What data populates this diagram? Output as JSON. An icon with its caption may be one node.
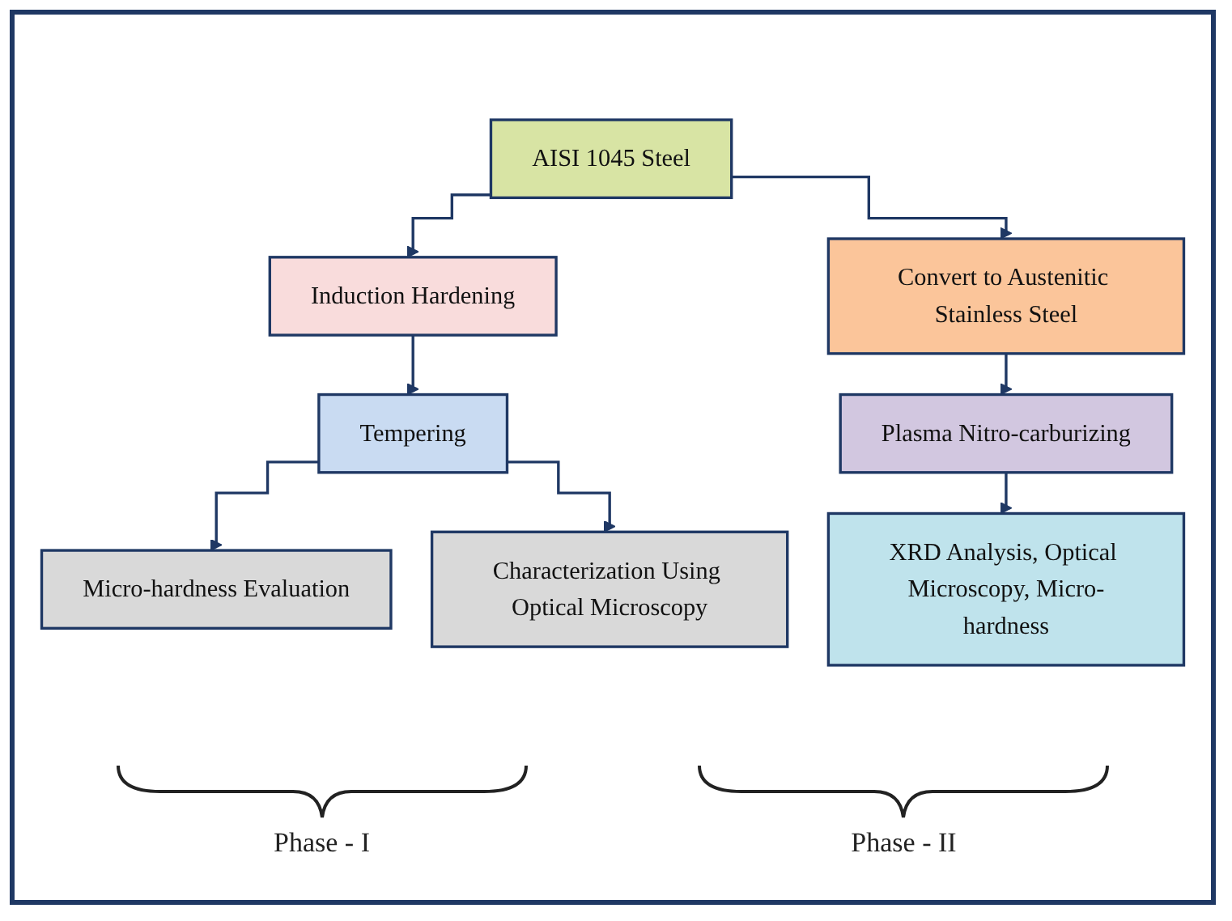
{
  "diagram": {
    "nodes": [
      {
        "text": [
          "AISI 1045 Steel"
        ]
      },
      {
        "text": [
          "Induction Hardening"
        ]
      },
      {
        "text": [
          "Tempering"
        ]
      },
      {
        "text": [
          "Micro-hardness Evaluation"
        ]
      },
      {
        "text": [
          "Characterization Using Optical Microscopy"
        ]
      },
      {
        "text": [
          "Convert to Austenitic Stainless Steel"
        ]
      },
      {
        "text": [
          "Plasma Nitro-carburizing"
        ]
      },
      {
        "text": [
          "XRD Analysis, Optical Microscopy, Micro-hardness"
        ]
      }
    ],
    "edges": [
      {
        "from": 0,
        "to": 1,
        "arrow": "to"
      },
      {
        "from": 0,
        "to": 5,
        "arrow": "to"
      },
      {
        "from": 1,
        "to": 2,
        "arrow": "to"
      },
      {
        "from": 2,
        "to": 3,
        "arrow": "to"
      },
      {
        "from": 2,
        "to": 4,
        "arrow": "to"
      },
      {
        "from": 5,
        "to": 6,
        "arrow": "to"
      },
      {
        "from": 6,
        "to": 7,
        "arrow": "to"
      }
    ],
    "labels": [
      "Phase - I",
      "Phase - II"
    ]
  }
}
